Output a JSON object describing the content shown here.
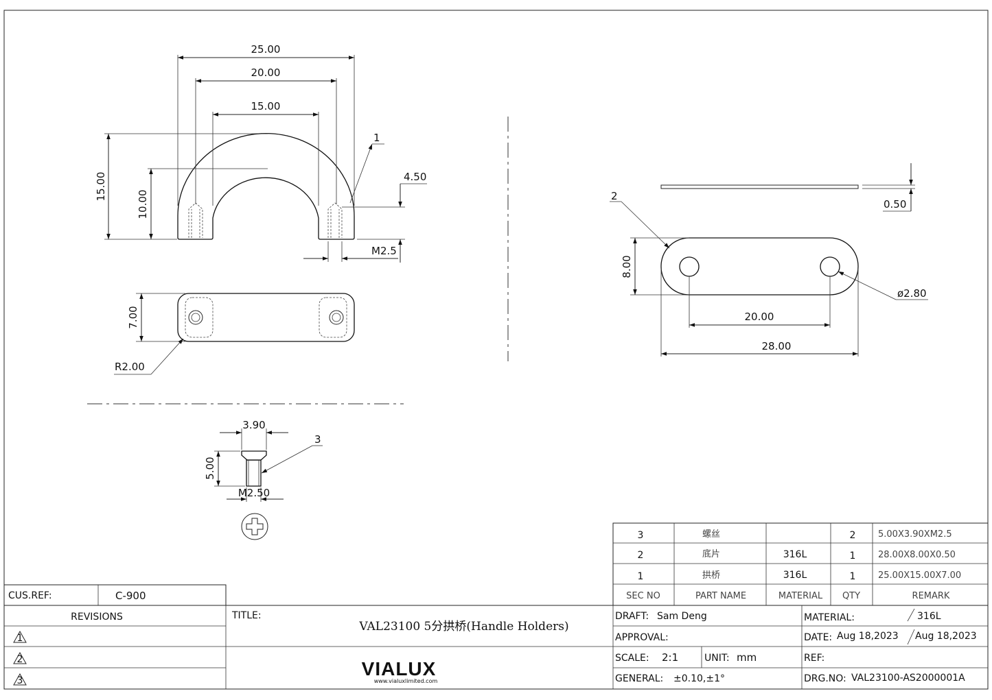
{
  "front_view": {
    "dims": {
      "w25": "25.00",
      "w20": "20.00",
      "w15": "15.00",
      "h15": "15.00",
      "h10": "10.00",
      "d450": "4.50",
      "m25": "M2.5"
    },
    "callout": "1"
  },
  "top_view": {
    "dims": {
      "h7": "7.00",
      "r2": "R2.00"
    }
  },
  "screw_view": {
    "dims": {
      "head": "3.90",
      "len": "5.00",
      "thread": "M2.50"
    },
    "callout": "3"
  },
  "plate_view": {
    "dims": {
      "t": "0.50",
      "h8": "8.00",
      "pitch": "20.00",
      "len": "28.00",
      "hole": "ø2.80"
    },
    "callout": "2"
  },
  "parts_table": {
    "rows": [
      {
        "sec": "3",
        "name": "螺丝",
        "material": "",
        "qty": "2",
        "remark": "5.00X3.90XM2.5"
      },
      {
        "sec": "2",
        "name": "底片",
        "material": "316L",
        "qty": "1",
        "remark": "28.00X8.00X0.50"
      },
      {
        "sec": "1",
        "name": "拱桥",
        "material": "316L",
        "qty": "1",
        "remark": "25.00X15.00X7.00"
      }
    ],
    "headers": {
      "sec": "SEC  NO",
      "name": "PART  NAME",
      "material": "MATERIAL",
      "qty": "QTY",
      "remark": "REMARK"
    }
  },
  "title_block": {
    "cus_ref_label": "CUS.REF:",
    "cus_ref_value": "C-900",
    "revisions_label": "REVISIONS",
    "revision_marks": [
      "1",
      "2",
      "3"
    ],
    "title_label": "TITLE:",
    "title_value": "VAL23100  5分拱桥(Handle Holders)",
    "logo_text": "VIALUX",
    "logo_url": "www.vialuxlimited.com",
    "draft_label": "DRAFT:",
    "draft_value": "Sam  Deng",
    "approval_label": "APPROVAL:",
    "scale_label": "SCALE:",
    "scale_value": "2:1",
    "unit_label": "UNIT:",
    "unit_value": "mm",
    "general_label": "GENERAL:",
    "general_value": "±0.10,±1°",
    "material_label": "MATERIAL:",
    "material_value": "316L",
    "date_label": "DATE:",
    "date_value_1": "Aug  18,2023",
    "date_value_2": "Aug  18,2023",
    "ref_label": "REF:",
    "drg_label": "DRG.NO:",
    "drg_value": "VAL23100-AS2000001A"
  },
  "colors": {
    "ink": "#111111",
    "paper": "#ffffff"
  }
}
